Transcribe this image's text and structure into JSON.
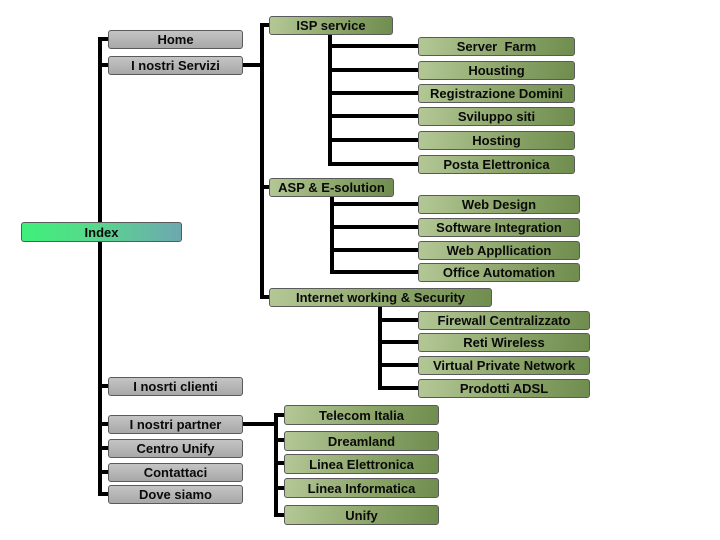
{
  "index": "Index",
  "menu": {
    "home": "Home",
    "servizi": "I nostri Servizi",
    "clienti": "I nosrti clienti",
    "partner": "I nostri partner",
    "unify": "Centro Unify",
    "contattaci": "Contattaci",
    "dove": "Dove siamo"
  },
  "services": {
    "isp": {
      "label": "ISP service",
      "items": [
        "Server  Farm",
        "Housting",
        "Registrazione Domini",
        "Sviluppo siti",
        "Hosting",
        "Posta Elettronica"
      ]
    },
    "asp": {
      "label": "ASP & E-solution",
      "items": [
        "Web Design",
        "Software Integration",
        "Web Appllication",
        "Office Automation"
      ]
    },
    "inet": {
      "label": "Internet working & Security",
      "items": [
        "Firewall Centralizzato",
        "Reti Wireless",
        "Virtual Private Network",
        "Prodotti ADSL"
      ]
    }
  },
  "partners": [
    "Telecom Italia",
    "Dreamland",
    "Linea Elettronica",
    "Linea Informatica",
    "Unify"
  ],
  "colors": {
    "line": "#000000",
    "menu_box": "#b8b8b8",
    "leaf_box": "#9db57a",
    "index_box": "#4fe482"
  }
}
